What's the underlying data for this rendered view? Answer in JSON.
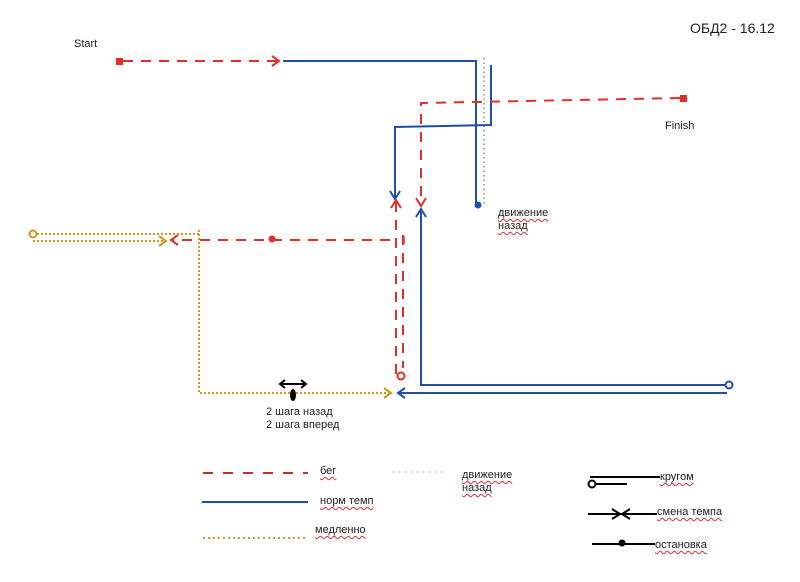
{
  "title": "ОБД2 - 16.12",
  "labels": {
    "start": "Start",
    "finish": "Finish",
    "backward_1": "движение",
    "backward_2": "назад",
    "steps_back": "2 шага назад",
    "steps_forward": "2 шага вперед"
  },
  "legend": {
    "run": "бег",
    "normal": "норм темп",
    "slow": "медленно",
    "backward_1": "движение",
    "backward_2": "назад",
    "turn": "кругом",
    "pace_change": "смена темпа",
    "stop": "остановка"
  },
  "colors": {
    "run": "#e0302a",
    "normal": "#1f4fa8",
    "slow": "#d4961e",
    "backward": "#8a8a8a",
    "marker": "#000000"
  }
}
